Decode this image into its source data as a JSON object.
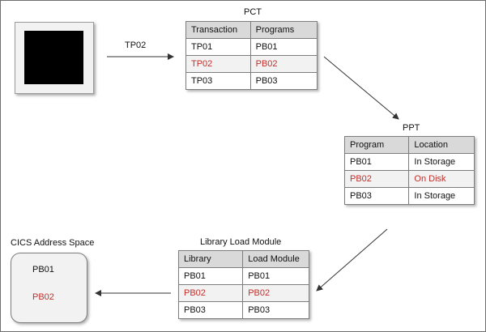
{
  "diagram": {
    "arrow_label": "TP02",
    "pct": {
      "title": "PCT",
      "headers": [
        "Transaction",
        "Programs"
      ],
      "rows": [
        [
          "TP01",
          "PB01"
        ],
        [
          "TP02",
          "PB02"
        ],
        [
          "TP03",
          "PB03"
        ]
      ],
      "highlight_row": 1
    },
    "ppt": {
      "title": "PPT",
      "headers": [
        "Program",
        "Location"
      ],
      "rows": [
        [
          "PB01",
          "In Storage"
        ],
        [
          "PB02",
          "On Disk"
        ],
        [
          "PB03",
          "In Storage"
        ]
      ],
      "highlight_row": 1
    },
    "library": {
      "title": "Library Load Module",
      "headers": [
        "Library",
        "Load Module"
      ],
      "rows": [
        [
          "PB01",
          "PB01"
        ],
        [
          "PB02",
          "PB02"
        ],
        [
          "PB03",
          "PB03"
        ]
      ],
      "highlight_row": 1
    },
    "cics": {
      "title": "CICS Address Space",
      "items": [
        "PB01",
        "PB02"
      ],
      "highlight_item": 1
    },
    "colors": {
      "highlight": "#c0302c",
      "header_fill": "#d9d9d9",
      "row_alt_fill": "#f2f2f2",
      "line": "#333333"
    }
  }
}
